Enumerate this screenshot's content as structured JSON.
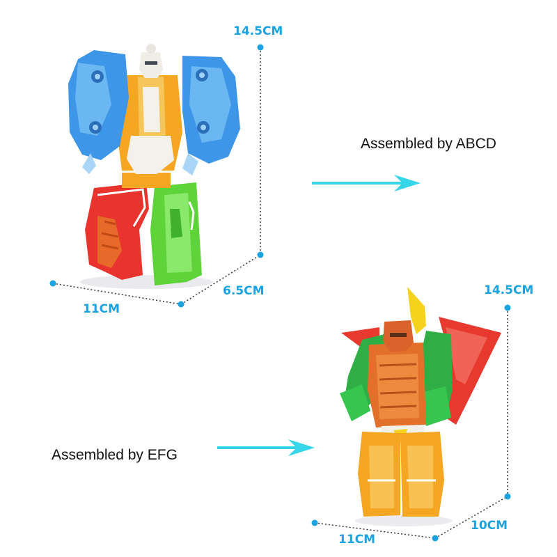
{
  "colors": {
    "dimension_text": "#1aa3e0",
    "dimension_dot": "#1aa3e0",
    "arrow": "#36d6e8",
    "caption_text": "#111111"
  },
  "top_robot": {
    "caption": "Assembled by ABCD",
    "height_label": "14.5CM",
    "width_label": "11CM",
    "depth_label": "6.5CM"
  },
  "bottom_robot": {
    "caption": "Assembled by EFG",
    "height_label": "14.5CM",
    "width_label": "11CM",
    "depth_label": "10CM"
  }
}
